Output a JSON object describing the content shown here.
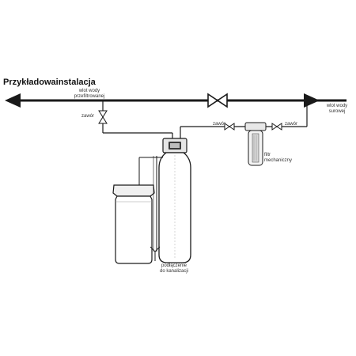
{
  "title": "Przykładowainstalacja",
  "labels": {
    "outlet_line1": "wlot wody",
    "outlet_line2": "przefiltrowanej",
    "inlet_line1": "wlot wody",
    "inlet_line2": "surowej",
    "valve_left": "zawór",
    "valve_mid": "zawór",
    "valve_right": "zawór",
    "filter_line1": "filtr",
    "filter_line2": "mechaniczny",
    "drain_line1": "podłączenie",
    "drain_line2": "do kanalizacji"
  },
  "icons": {
    "left_arrow": "arrow-left-icon",
    "right_arrow": "arrow-right-icon",
    "valves": "valve-icon",
    "filter": "filter-housing-icon",
    "softener": "softener-tank-icon",
    "brine": "brine-tank-icon"
  },
  "colors": {
    "line": "#1a1a1a",
    "accent": "#e0e0e0"
  }
}
